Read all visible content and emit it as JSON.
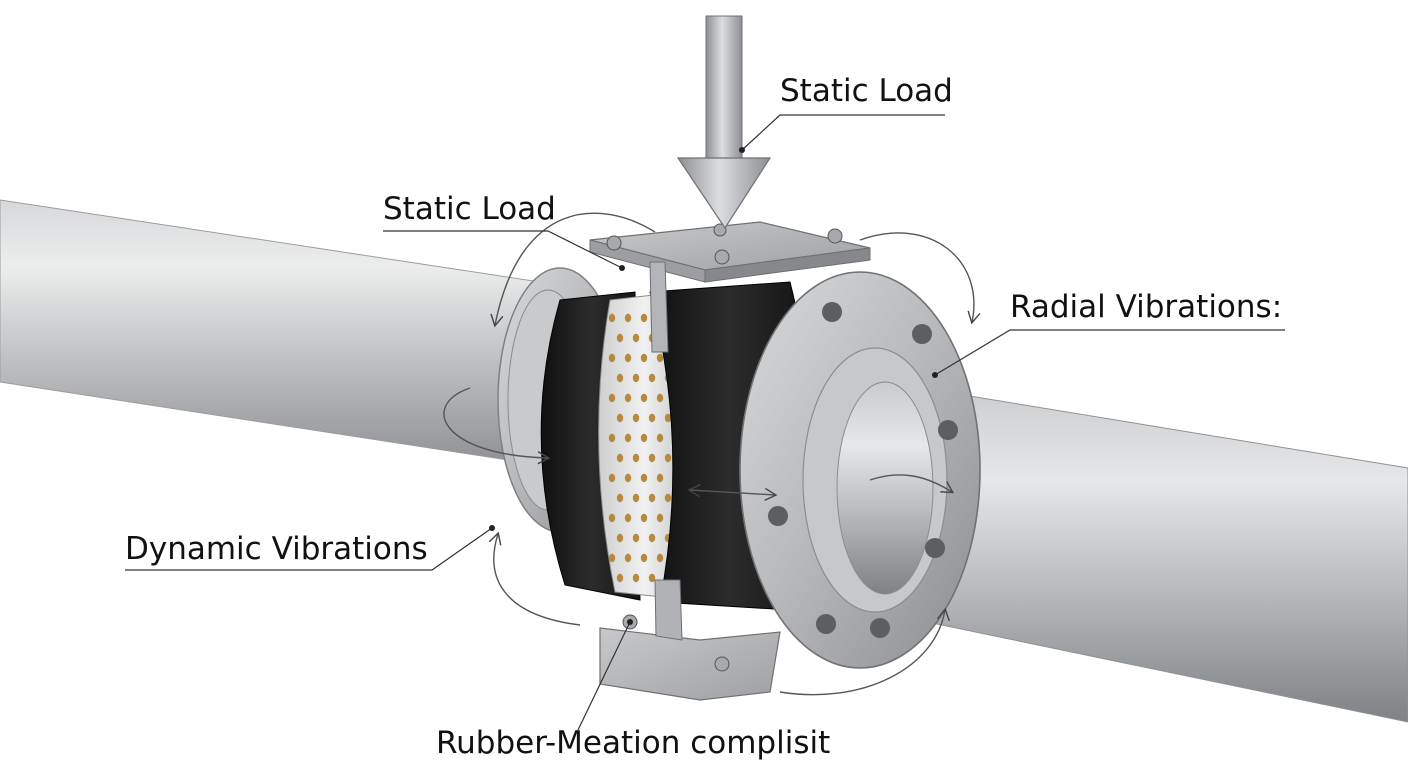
{
  "labels": {
    "static_load_top": "Static Load",
    "static_load_left": "Static Load",
    "radial_vibrations": "Radial Vibrations:",
    "dynamic_vibrations": "Dynamic Vibrations",
    "rubber_caption": "Rubber-Meation complisit"
  },
  "colors": {
    "steel_light": "#e2e3e4",
    "steel_mid": "#b9bbbd",
    "steel_dark": "#8e9092",
    "rubber": "#1e1e1e",
    "bronze_dots": "#b7893f",
    "annotation_line": "#333333"
  }
}
